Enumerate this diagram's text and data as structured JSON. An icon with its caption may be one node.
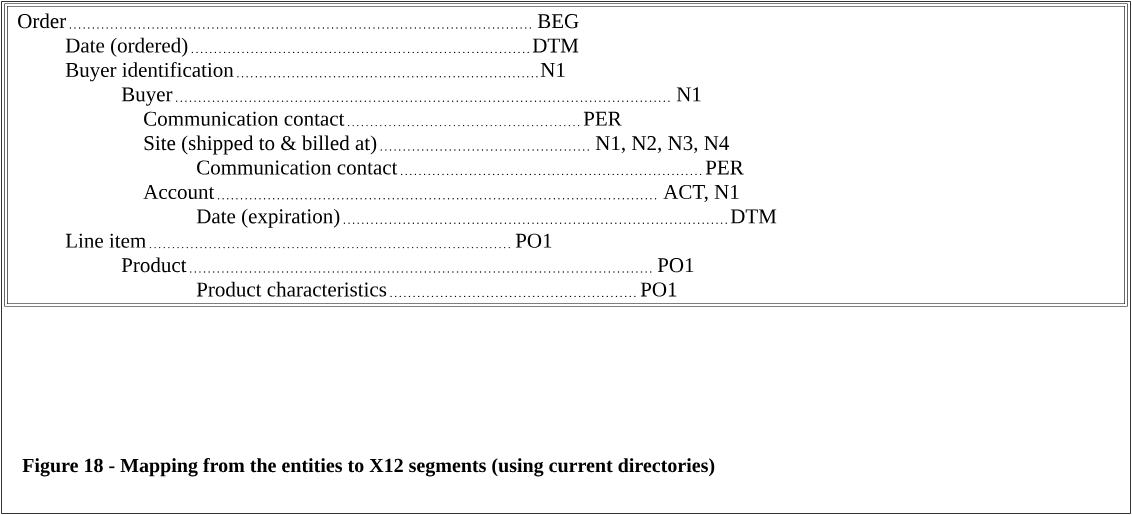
{
  "diagram": {
    "caption": "Figure 18 - Mapping from the entities to X12 segments (using current directories)",
    "nodes": [
      {
        "text": [
          "Order"
        ]
      },
      {
        "text": [
          "BEG"
        ]
      },
      {
        "text": [
          "Date (ordered)"
        ]
      },
      {
        "text": [
          "DTM"
        ]
      },
      {
        "text": [
          "Buyer identification"
        ]
      },
      {
        "text": [
          "N1"
        ]
      },
      {
        "text": [
          "Buyer"
        ]
      },
      {
        "text": [
          "N1"
        ]
      },
      {
        "text": [
          "Communication contact"
        ]
      },
      {
        "text": [
          "PER"
        ]
      },
      {
        "text": [
          "Site (shipped to & billed at)"
        ]
      },
      {
        "text": [
          "N1, N2, N3, N4"
        ]
      },
      {
        "text": [
          "Communication contact"
        ]
      },
      {
        "text": [
          "PER"
        ]
      },
      {
        "text": [
          "Account"
        ]
      },
      {
        "text": [
          "ACT, N1"
        ]
      },
      {
        "text": [
          "Date (expiration)"
        ]
      },
      {
        "text": [
          "DTM"
        ]
      },
      {
        "text": [
          "Line item"
        ]
      },
      {
        "text": [
          "PO1"
        ]
      },
      {
        "text": [
          "Product"
        ]
      },
      {
        "text": [
          "PO1"
        ]
      },
      {
        "text": [
          "Product characteristics"
        ]
      },
      {
        "text": [
          "PO1"
        ]
      }
    ],
    "edges": [
      {
        "from": 0,
        "to": 1,
        "arrow": "none"
      },
      {
        "from": 2,
        "to": 3,
        "arrow": "none"
      },
      {
        "from": 4,
        "to": 5,
        "arrow": "none"
      },
      {
        "from": 6,
        "to": 7,
        "arrow": "none"
      },
      {
        "from": 8,
        "to": 9,
        "arrow": "none"
      },
      {
        "from": 10,
        "to": 11,
        "arrow": "none"
      },
      {
        "from": 12,
        "to": 13,
        "arrow": "none"
      },
      {
        "from": 14,
        "to": 15,
        "arrow": "none"
      },
      {
        "from": 16,
        "to": 17,
        "arrow": "none"
      },
      {
        "from": 18,
        "to": 19,
        "arrow": "none"
      },
      {
        "from": 20,
        "to": 21,
        "arrow": "none"
      },
      {
        "from": 22,
        "to": 23,
        "arrow": "none"
      }
    ]
  }
}
